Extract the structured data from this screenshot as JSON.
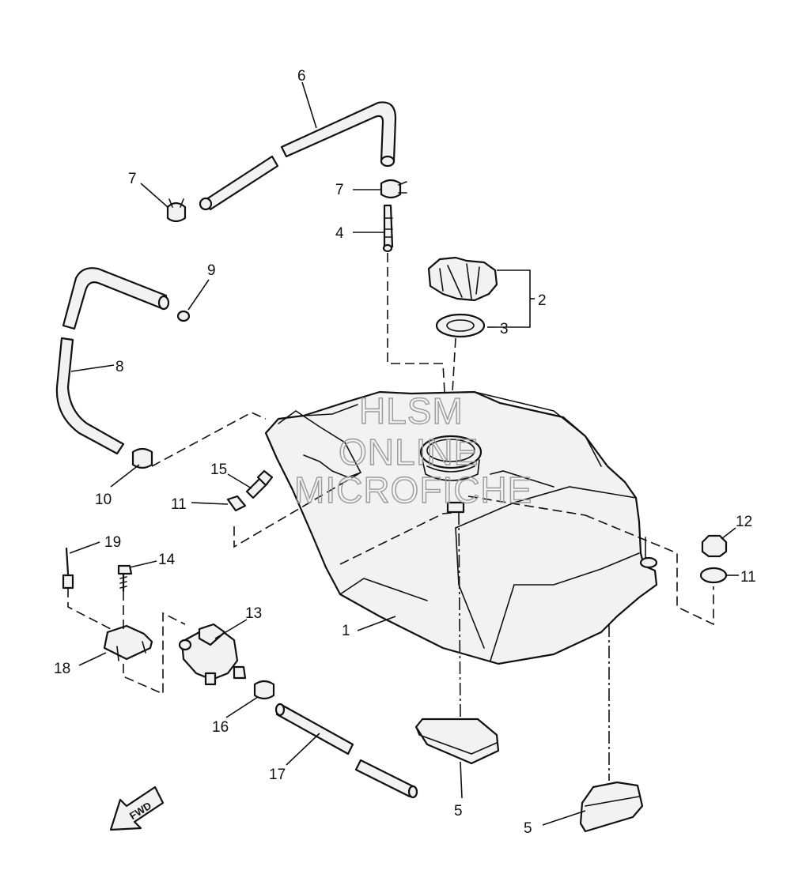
{
  "callouts": [
    {
      "id": "c1",
      "label": "1"
    },
    {
      "id": "c2",
      "label": "2"
    },
    {
      "id": "c3",
      "label": "3"
    },
    {
      "id": "c4",
      "label": "4"
    },
    {
      "id": "c5a",
      "label": "5"
    },
    {
      "id": "c5b",
      "label": "5"
    },
    {
      "id": "c6",
      "label": "6"
    },
    {
      "id": "c7a",
      "label": "7"
    },
    {
      "id": "c7b",
      "label": "7"
    },
    {
      "id": "c8",
      "label": "8"
    },
    {
      "id": "c9",
      "label": "9"
    },
    {
      "id": "c10",
      "label": "10"
    },
    {
      "id": "c11a",
      "label": "11"
    },
    {
      "id": "c11b",
      "label": "11"
    },
    {
      "id": "c12",
      "label": "12"
    },
    {
      "id": "c13",
      "label": "13"
    },
    {
      "id": "c14",
      "label": "14"
    },
    {
      "id": "c15",
      "label": "15"
    },
    {
      "id": "c16",
      "label": "16"
    },
    {
      "id": "c17",
      "label": "17"
    },
    {
      "id": "c18",
      "label": "18"
    },
    {
      "id": "c19",
      "label": "19"
    }
  ],
  "watermark": {
    "line1": "HLSM",
    "line2": "ONLINE",
    "line3": "MICROFICHE"
  },
  "direction_arrow": {
    "label": "FWD"
  }
}
